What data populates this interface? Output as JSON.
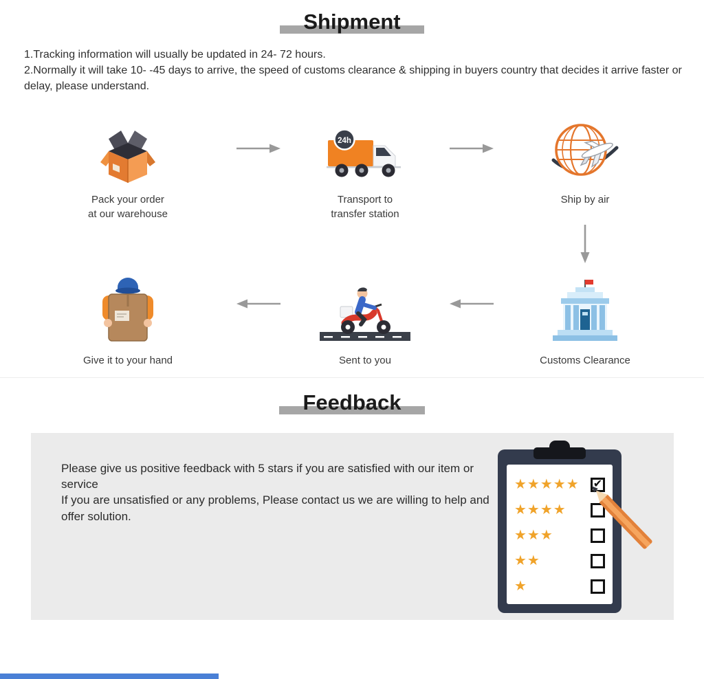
{
  "shipment": {
    "title": "Shipment",
    "intro_lines": [
      "1.Tracking information will usually be updated in 24- 72 hours.",
      "2.Normally it will take 10- -45 days to arrive, the speed of customs clearance & shipping in buyers country that decides it arrive faster or delay, please understand."
    ],
    "steps": {
      "pack": {
        "label": "Pack your order\nat our warehouse"
      },
      "transport": {
        "label": "Transport to\ntransfer station",
        "badge": "24h"
      },
      "air": {
        "label": "Ship by air"
      },
      "customs": {
        "label": "Customs Clearance"
      },
      "sent": {
        "label": "Sent to you"
      },
      "hand": {
        "label": "Give it to your hand"
      }
    }
  },
  "feedback": {
    "title": "Feedback",
    "lines": [
      "Please give us positive feedback with 5 stars if you are satisfied with our item or service",
      "If you are unsatisfied or any problems, Please contact us  we are willing to help and offer solution."
    ],
    "check_icon": "✔",
    "star_icon": "★",
    "rating_rows": [
      {
        "stars": 5,
        "checked": true
      },
      {
        "stars": 4,
        "checked": false
      },
      {
        "stars": 3,
        "checked": false
      },
      {
        "stars": 2,
        "checked": false
      },
      {
        "stars": 1,
        "checked": false
      }
    ]
  },
  "colors": {
    "star": "#f0a32a",
    "panel_bg": "#ebebeb",
    "title_bar": "#a6a6a6",
    "arrow": "#999999",
    "bottom_strip": "#4a80d6"
  }
}
